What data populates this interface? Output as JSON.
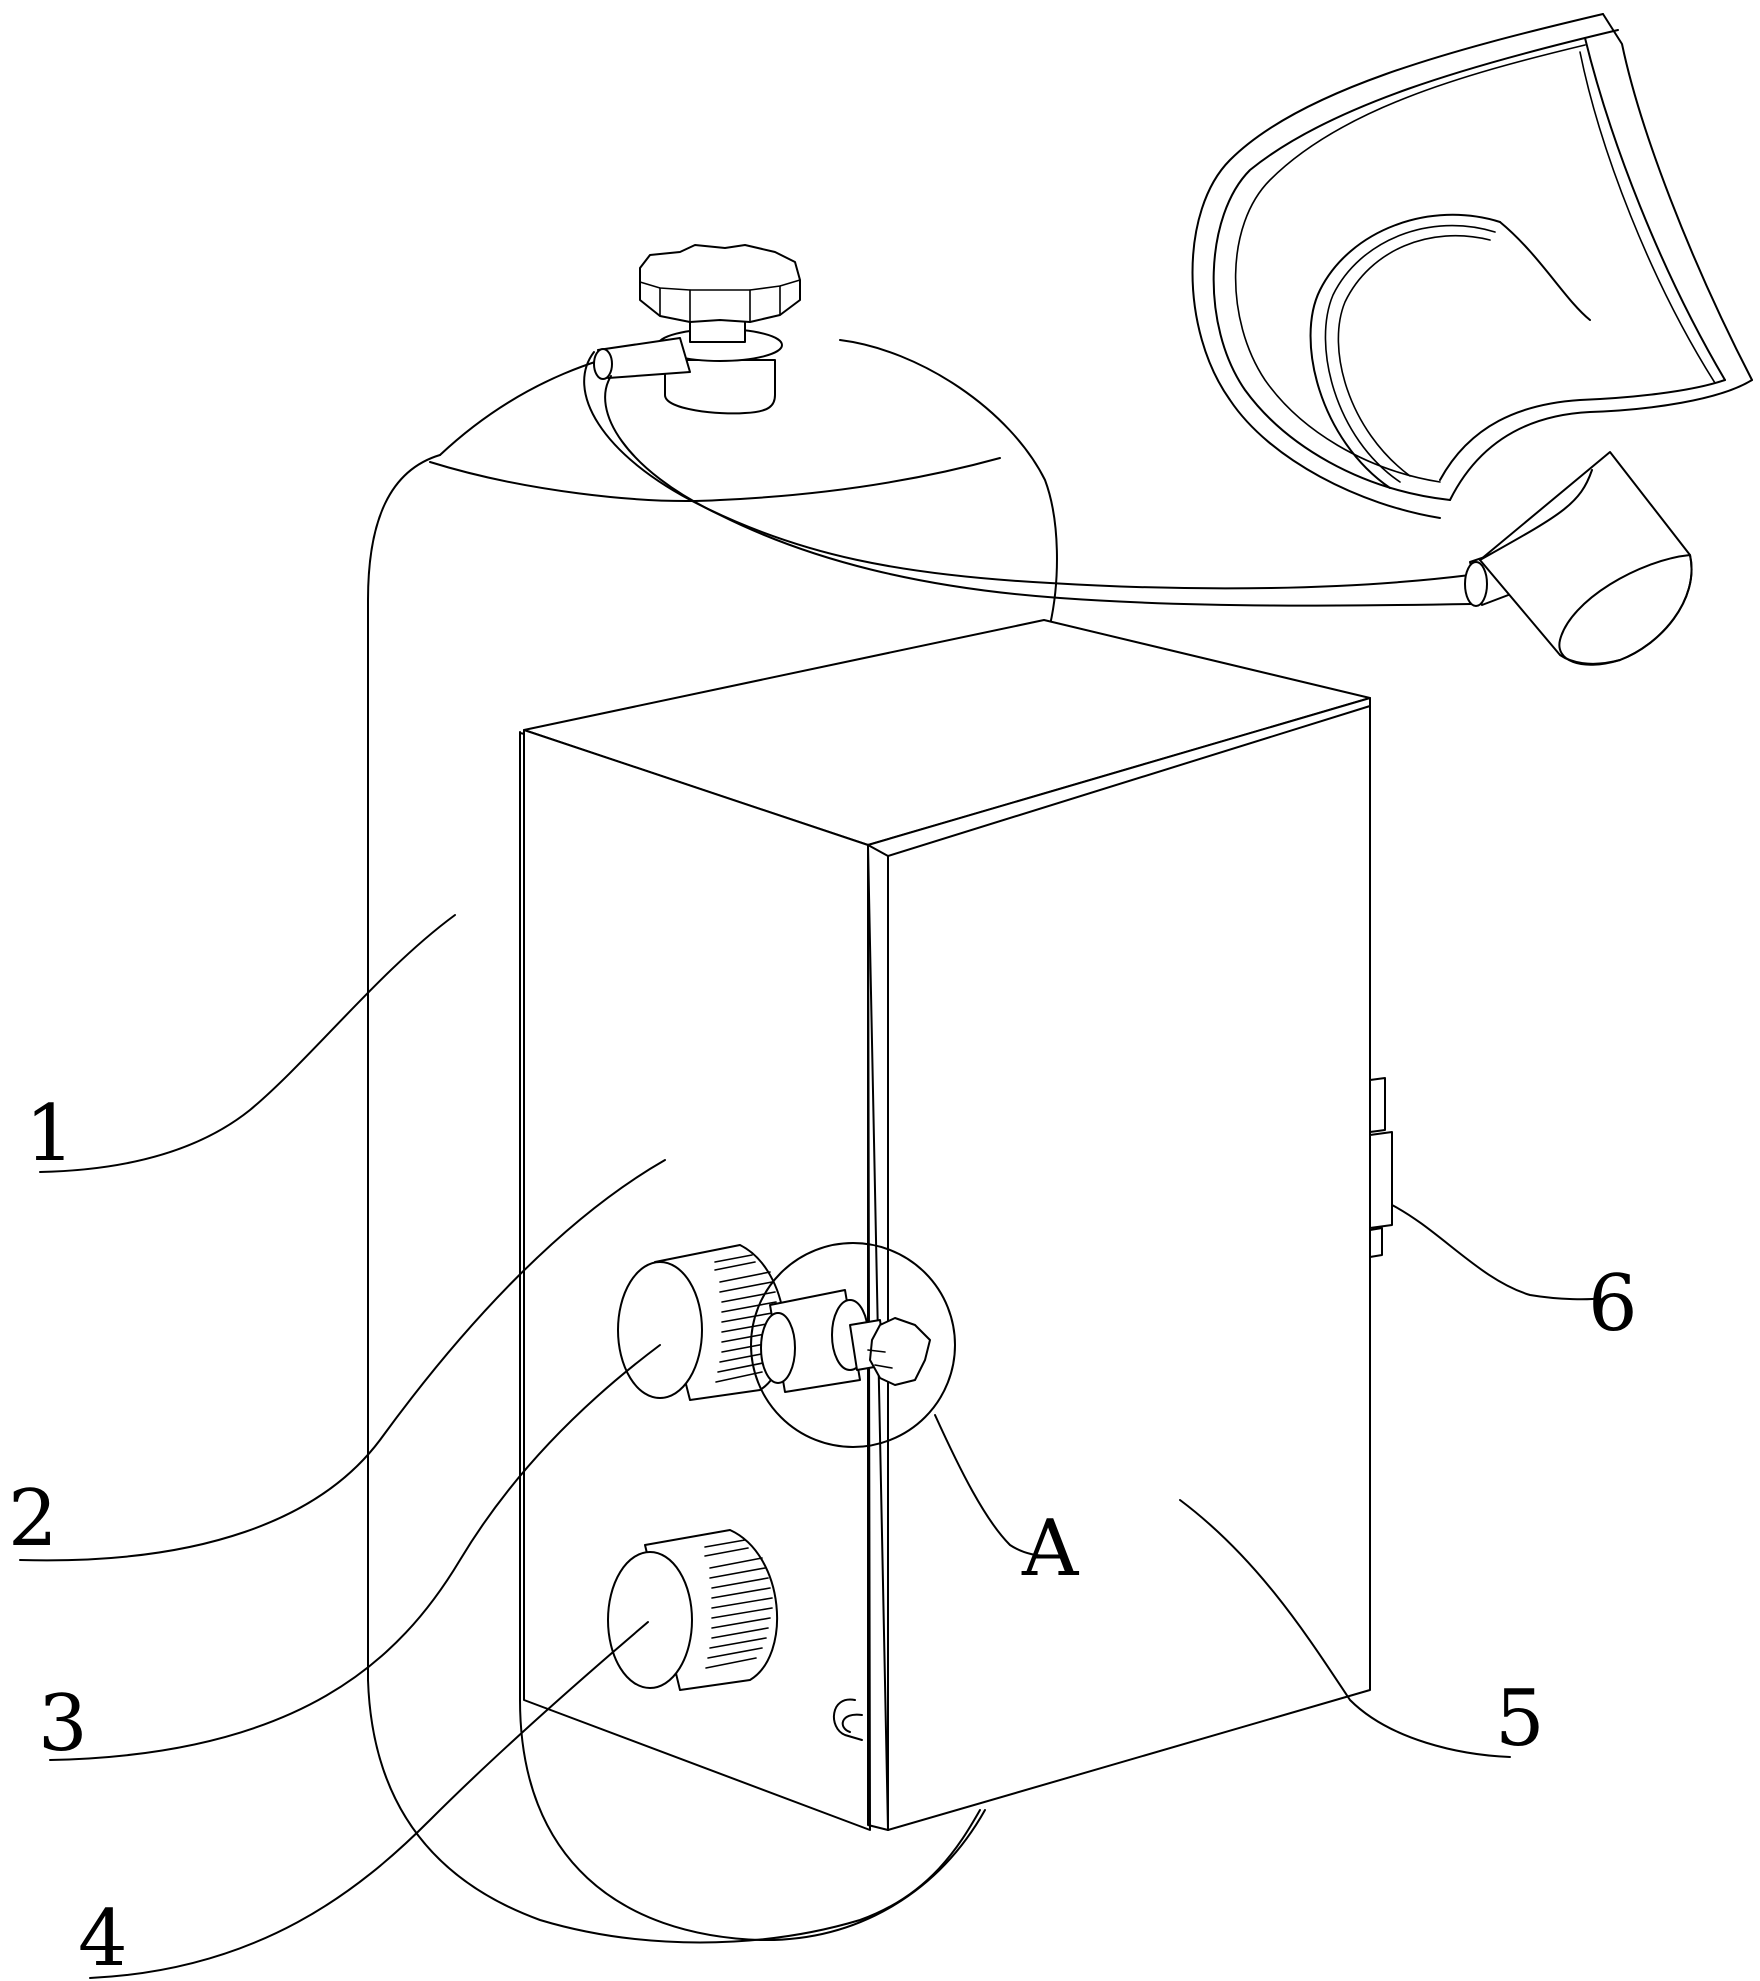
{
  "labels": {
    "tank": "1",
    "box_front": "2",
    "knob_upper": "3",
    "knob_lower": "4",
    "box_door": "5",
    "hinge": "6",
    "detail": "A"
  },
  "colors": {
    "line": "#000000",
    "background": "#ffffff"
  }
}
